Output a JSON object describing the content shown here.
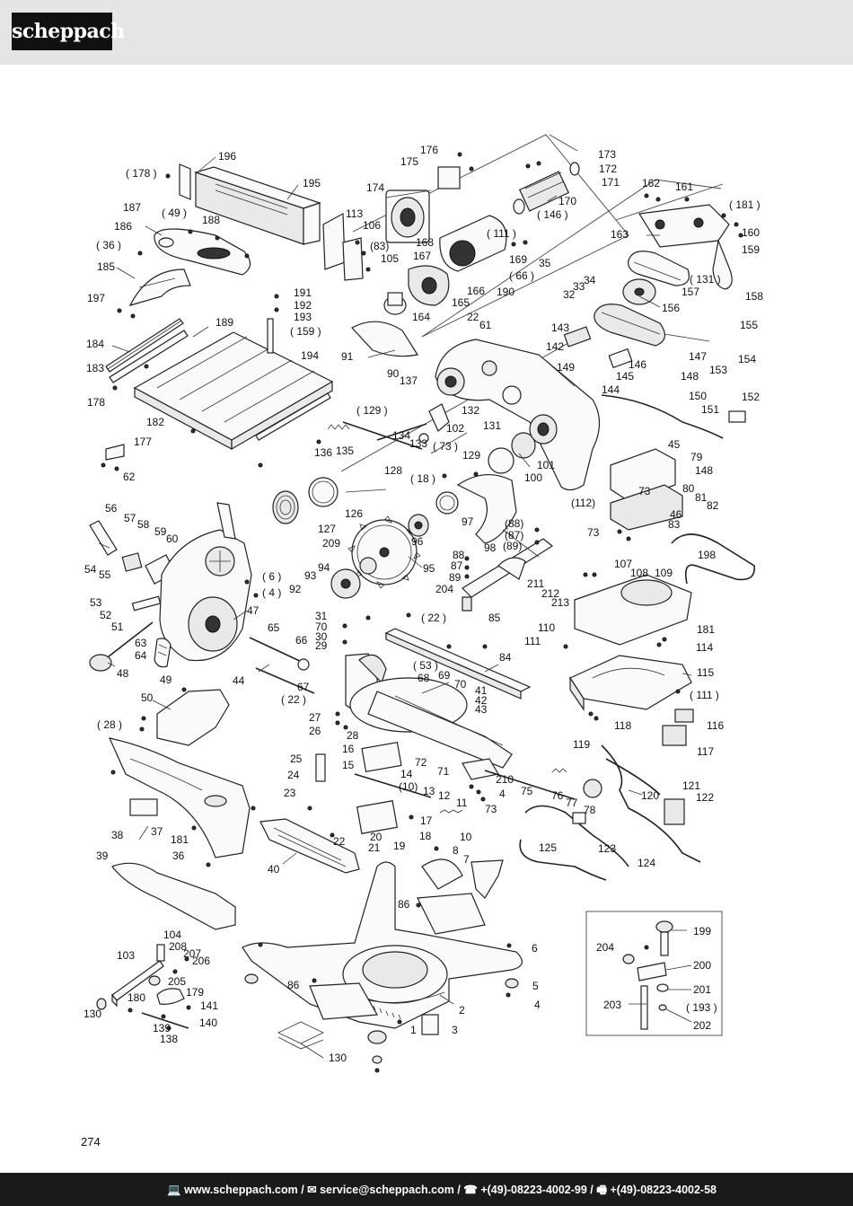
{
  "brand": "scheppach",
  "page_number": "274",
  "footer": {
    "contact": "💻 www.scheppach.com / ✉ service@scheppach.com / ☎ +(49)-08223-4002-99 / 🖷 +(49)-08223-4002-58"
  },
  "parts": [
    {
      "id": "p196",
      "label": "196"
    },
    {
      "id": "p178a",
      "label": "( 178 )"
    },
    {
      "id": "p195",
      "label": "195"
    },
    {
      "id": "p187",
      "label": "187"
    },
    {
      "id": "p49a",
      "label": "( 49 )"
    },
    {
      "id": "p188",
      "label": "188"
    },
    {
      "id": "p186",
      "label": "186"
    },
    {
      "id": "p36a",
      "label": "( 36 )"
    },
    {
      "id": "p185",
      "label": "185"
    },
    {
      "id": "p113",
      "label": "113"
    },
    {
      "id": "p106",
      "label": "106"
    },
    {
      "id": "p83a",
      "label": "(83)"
    },
    {
      "id": "p105",
      "label": "105"
    },
    {
      "id": "p176",
      "label": "176"
    },
    {
      "id": "p175",
      "label": "175"
    },
    {
      "id": "p174",
      "label": "174"
    },
    {
      "id": "p173",
      "label": "173"
    },
    {
      "id": "p172",
      "label": "172"
    },
    {
      "id": "p171",
      "label": "171"
    },
    {
      "id": "p170",
      "label": "170"
    },
    {
      "id": "p146a",
      "label": "( 146 )"
    },
    {
      "id": "p168",
      "label": "168"
    },
    {
      "id": "p167",
      "label": "167"
    },
    {
      "id": "p111a",
      "label": "( 111 )"
    },
    {
      "id": "p162",
      "label": "162"
    },
    {
      "id": "p161",
      "label": "161"
    },
    {
      "id": "p181a",
      "label": "( 181 )"
    },
    {
      "id": "p160",
      "label": "160"
    },
    {
      "id": "p163",
      "label": "163"
    },
    {
      "id": "p159",
      "label": "159"
    },
    {
      "id": "p197",
      "label": "197"
    },
    {
      "id": "p191",
      "label": "191"
    },
    {
      "id": "p192",
      "label": "192"
    },
    {
      "id": "p193",
      "label": "193"
    },
    {
      "id": "p159a",
      "label": "( 159 )"
    },
    {
      "id": "p189",
      "label": "189"
    },
    {
      "id": "p166",
      "label": "166"
    },
    {
      "id": "p165",
      "label": "165"
    },
    {
      "id": "p169",
      "label": "169"
    },
    {
      "id": "p164",
      "label": "164"
    },
    {
      "id": "p35",
      "label": "35"
    },
    {
      "id": "p66a",
      "label": "( 66 )"
    },
    {
      "id": "p190",
      "label": "190"
    },
    {
      "id": "p32",
      "label": "32"
    },
    {
      "id": "p33",
      "label": "33"
    },
    {
      "id": "p34",
      "label": "34"
    },
    {
      "id": "p131a",
      "label": "( 131 )"
    },
    {
      "id": "p157",
      "label": "157"
    },
    {
      "id": "p158",
      "label": "158"
    },
    {
      "id": "p156",
      "label": "156"
    },
    {
      "id": "p155",
      "label": "155"
    },
    {
      "id": "p184",
      "label": "184"
    },
    {
      "id": "p183",
      "label": "183"
    },
    {
      "id": "p178",
      "label": "178"
    },
    {
      "id": "p194",
      "label": "194"
    },
    {
      "id": "p91",
      "label": "91"
    },
    {
      "id": "p22a",
      "label": "22"
    },
    {
      "id": "p61",
      "label": "61"
    },
    {
      "id": "p143",
      "label": "143"
    },
    {
      "id": "p142",
      "label": "142"
    },
    {
      "id": "p147",
      "label": "147"
    },
    {
      "id": "p153",
      "label": "153"
    },
    {
      "id": "p154",
      "label": "154"
    },
    {
      "id": "p90",
      "label": "90"
    },
    {
      "id": "p137",
      "label": "137"
    },
    {
      "id": "p149",
      "label": "149"
    },
    {
      "id": "p146",
      "label": "146"
    },
    {
      "id": "p145",
      "label": "145"
    },
    {
      "id": "p148a",
      "label": "148"
    },
    {
      "id": "p144",
      "label": "144"
    },
    {
      "id": "p150",
      "label": "150"
    },
    {
      "id": "p152",
      "label": "152"
    },
    {
      "id": "p151",
      "label": "151"
    },
    {
      "id": "p182",
      "label": "182"
    },
    {
      "id": "p129a",
      "label": "( 129 )"
    },
    {
      "id": "p132",
      "label": "132"
    },
    {
      "id": "p134",
      "label": "134"
    },
    {
      "id": "p102",
      "label": "102"
    },
    {
      "id": "p131",
      "label": "131"
    },
    {
      "id": "p133",
      "label": "133"
    },
    {
      "id": "p73a",
      "label": "( 73 )"
    },
    {
      "id": "p177",
      "label": "177"
    },
    {
      "id": "p136",
      "label": "136"
    },
    {
      "id": "p135",
      "label": "135"
    },
    {
      "id": "p128",
      "label": "128"
    },
    {
      "id": "p129",
      "label": "129"
    },
    {
      "id": "p101",
      "label": "101"
    },
    {
      "id": "p45",
      "label": "45"
    },
    {
      "id": "p79",
      "label": "79"
    },
    {
      "id": "p148",
      "label": "148"
    },
    {
      "id": "p62",
      "label": "62"
    },
    {
      "id": "p18a",
      "label": "( 18 )"
    },
    {
      "id": "p100",
      "label": "100"
    },
    {
      "id": "p73b",
      "label": "73"
    },
    {
      "id": "p80",
      "label": "80"
    },
    {
      "id": "p112a",
      "label": "(112)"
    },
    {
      "id": "p81",
      "label": "81"
    },
    {
      "id": "p82",
      "label": "82"
    },
    {
      "id": "p46",
      "label": "46"
    },
    {
      "id": "p83",
      "label": "83"
    },
    {
      "id": "p126",
      "label": "126"
    },
    {
      "id": "p127",
      "label": "127"
    },
    {
      "id": "p97",
      "label": "97"
    },
    {
      "id": "p88a",
      "label": "(88)"
    },
    {
      "id": "p87a",
      "label": "(87)"
    },
    {
      "id": "p89a",
      "label": "(89)"
    },
    {
      "id": "p73c",
      "label": "73"
    },
    {
      "id": "p56",
      "label": "56"
    },
    {
      "id": "p57",
      "label": "57"
    },
    {
      "id": "p58",
      "label": "58"
    },
    {
      "id": "p59",
      "label": "59"
    },
    {
      "id": "p60",
      "label": "60"
    },
    {
      "id": "p209",
      "label": "209"
    },
    {
      "id": "p96",
      "label": "96"
    },
    {
      "id": "p98",
      "label": "98"
    },
    {
      "id": "p198",
      "label": "198"
    },
    {
      "id": "p54",
      "label": "54"
    },
    {
      "id": "p55",
      "label": "55"
    },
    {
      "id": "p95",
      "label": "95"
    },
    {
      "id": "p88",
      "label": "88"
    },
    {
      "id": "p87",
      "label": "87"
    },
    {
      "id": "p107",
      "label": "107"
    },
    {
      "id": "p108",
      "label": "108"
    },
    {
      "id": "p109",
      "label": "109"
    },
    {
      "id": "p6a",
      "label": "( 6 )"
    },
    {
      "id": "p94",
      "label": "94"
    },
    {
      "id": "p93",
      "label": "93"
    },
    {
      "id": "p89",
      "label": "89"
    },
    {
      "id": "p204a",
      "label": "204"
    },
    {
      "id": "p211",
      "label": "211"
    },
    {
      "id": "p212",
      "label": "212"
    },
    {
      "id": "p213",
      "label": "213"
    },
    {
      "id": "p53",
      "label": "53"
    },
    {
      "id": "p4a",
      "label": "( 4 )"
    },
    {
      "id": "p92",
      "label": "92"
    },
    {
      "id": "p52",
      "label": "52"
    },
    {
      "id": "p47",
      "label": "47"
    },
    {
      "id": "p31",
      "label": "31"
    },
    {
      "id": "p22b",
      "label": "( 22 )"
    },
    {
      "id": "p85",
      "label": "85"
    },
    {
      "id": "p70a",
      "label": "70"
    },
    {
      "id": "p51",
      "label": "51"
    },
    {
      "id": "p65",
      "label": "65"
    },
    {
      "id": "p30",
      "label": "30"
    },
    {
      "id": "p110",
      "label": "110"
    },
    {
      "id": "p181",
      "label": "181"
    },
    {
      "id": "p63",
      "label": "63"
    },
    {
      "id": "p29",
      "label": "29"
    },
    {
      "id": "p111",
      "label": "111"
    },
    {
      "id": "p114",
      "label": "114"
    },
    {
      "id": "p64",
      "label": "64"
    },
    {
      "id": "p66",
      "label": "66"
    },
    {
      "id": "p84",
      "label": "84"
    },
    {
      "id": "p53a",
      "label": "( 53 )"
    },
    {
      "id": "p48",
      "label": "48"
    },
    {
      "id": "p69",
      "label": "69"
    },
    {
      "id": "p68",
      "label": "68"
    },
    {
      "id": "p115",
      "label": "115"
    },
    {
      "id": "p49",
      "label": "49"
    },
    {
      "id": "p44",
      "label": "44"
    },
    {
      "id": "p70b",
      "label": "70"
    },
    {
      "id": "p41",
      "label": "41"
    },
    {
      "id": "p111b",
      "label": "( 111 )"
    },
    {
      "id": "p67",
      "label": "67"
    },
    {
      "id": "p42",
      "label": "42"
    },
    {
      "id": "p22c",
      "label": "( 22 )"
    },
    {
      "id": "p43",
      "label": "43"
    },
    {
      "id": "p50",
      "label": "50"
    },
    {
      "id": "p27",
      "label": "27"
    },
    {
      "id": "p118",
      "label": "118"
    },
    {
      "id": "p116",
      "label": "116"
    },
    {
      "id": "p28a",
      "label": "( 28 )"
    },
    {
      "id": "p26",
      "label": "26"
    },
    {
      "id": "p28",
      "label": "28"
    },
    {
      "id": "p117",
      "label": "117"
    },
    {
      "id": "p119",
      "label": "119"
    },
    {
      "id": "p25",
      "label": "25"
    },
    {
      "id": "p16",
      "label": "16"
    },
    {
      "id": "p72",
      "label": "72"
    },
    {
      "id": "p15",
      "label": "15"
    },
    {
      "id": "p14",
      "label": "14"
    },
    {
      "id": "p71",
      "label": "71"
    },
    {
      "id": "p210",
      "label": "210"
    },
    {
      "id": "p24",
      "label": "24"
    },
    {
      "id": "p10a",
      "label": "(10)"
    },
    {
      "id": "p121",
      "label": "121"
    },
    {
      "id": "p122",
      "label": "122"
    },
    {
      "id": "p75",
      "label": "75"
    },
    {
      "id": "p76",
      "label": "76"
    },
    {
      "id": "p77",
      "label": "77"
    },
    {
      "id": "p120",
      "label": "120"
    },
    {
      "id": "p4b",
      "label": "4"
    },
    {
      "id": "p23",
      "label": "23"
    },
    {
      "id": "p13",
      "label": "13"
    },
    {
      "id": "p12",
      "label": "12"
    },
    {
      "id": "p73d",
      "label": "73"
    },
    {
      "id": "p78",
      "label": "78"
    },
    {
      "id": "p11",
      "label": "11"
    },
    {
      "id": "p38",
      "label": "38"
    },
    {
      "id": "p37",
      "label": "37"
    },
    {
      "id": "p17",
      "label": "17"
    },
    {
      "id": "p181b",
      "label": "181"
    },
    {
      "id": "p18",
      "label": "18"
    },
    {
      "id": "p10",
      "label": "10"
    },
    {
      "id": "p20",
      "label": "20"
    },
    {
      "id": "p22d",
      "label": "22"
    },
    {
      "id": "p21",
      "label": "21"
    },
    {
      "id": "p19",
      "label": "19"
    },
    {
      "id": "p123",
      "label": "123"
    },
    {
      "id": "p39",
      "label": "39"
    },
    {
      "id": "p36",
      "label": "36"
    },
    {
      "id": "p125",
      "label": "125"
    },
    {
      "id": "p8",
      "label": "8"
    },
    {
      "id": "p124",
      "label": "124"
    },
    {
      "id": "p7",
      "label": "7"
    },
    {
      "id": "p40",
      "label": "40"
    },
    {
      "id": "p86a",
      "label": "86"
    },
    {
      "id": "p199",
      "label": "199"
    },
    {
      "id": "p104",
      "label": "104"
    },
    {
      "id": "p204",
      "label": "204"
    },
    {
      "id": "p208",
      "label": "208"
    },
    {
      "id": "p103",
      "label": "103"
    },
    {
      "id": "p207",
      "label": "207"
    },
    {
      "id": "p206",
      "label": "206"
    },
    {
      "id": "p6",
      "label": "6"
    },
    {
      "id": "p200",
      "label": "200"
    },
    {
      "id": "p205",
      "label": "205"
    },
    {
      "id": "p86b",
      "label": "86"
    },
    {
      "id": "p179",
      "label": "179"
    },
    {
      "id": "p5",
      "label": "5"
    },
    {
      "id": "p201",
      "label": "201"
    },
    {
      "id": "p180",
      "label": "180"
    },
    {
      "id": "p141",
      "label": "141"
    },
    {
      "id": "p4c",
      "label": "4"
    },
    {
      "id": "p130a",
      "label": "130"
    },
    {
      "id": "p203",
      "label": "203"
    },
    {
      "id": "p193a",
      "label": "( 193 )"
    },
    {
      "id": "p2",
      "label": "2"
    },
    {
      "id": "p140",
      "label": "140"
    },
    {
      "id": "p139",
      "label": "139"
    },
    {
      "id": "p1",
      "label": "1"
    },
    {
      "id": "p3",
      "label": "3"
    },
    {
      "id": "p202",
      "label": "202"
    },
    {
      "id": "p138",
      "label": "138"
    },
    {
      "id": "p130b",
      "label": "130"
    }
  ]
}
